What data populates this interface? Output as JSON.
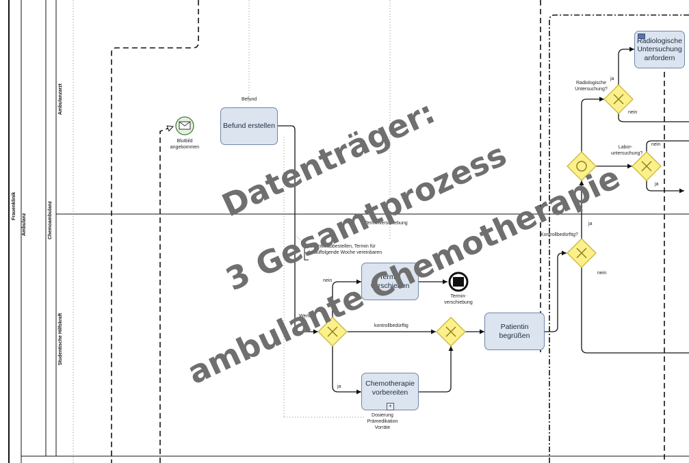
{
  "lanes": {
    "pool": "Frauenklinik",
    "sub": "Ambulanz",
    "l1": "Ambulanzarzt",
    "l2": "Chemoambulanz",
    "l3": "Studentische Hilfskraft"
  },
  "tasks": {
    "befund_erstellen": "Befund erstellen",
    "termin_verschieben": "Termin verschieben",
    "patientin_begruessen": "Patientin begrüßen",
    "chemo_vorbereiten": "Chemotherapie vorbereiten",
    "radiologische": "Radiologische Untersuchung anfordern"
  },
  "labels": {
    "befund": "Befund",
    "blutbild": "Blutbild angekommen",
    "terminverschiebung_data": "Terminverschiebung",
    "annotation": "Patientin abbestellen, Termin für darauffolgende Woche vereinbaren",
    "nein1": "nein",
    "wert": "Werte?",
    "kontrollbeduerftig": "kontrollbedürftig",
    "ja1": "ja",
    "end_termin": "Termin-verschiebung",
    "dosierung": "Dosierung Prämedikation Vorräte",
    "kontrollbeduerftig_q": "Kontrollbedürftig?",
    "ja2": "ja",
    "nein2": "nein",
    "ja3": "ja",
    "radiologische_q": "Radiologische Untersuchung?",
    "nein3": "nein",
    "labor_q": "Labor-untersuchung?",
    "nein4": "nein",
    "ja4": "ja"
  },
  "watermark": {
    "line1": "Datenträger:",
    "line2": "3 Gesamtprozess",
    "line3": "ambulante Chemotherapie"
  },
  "colors": {
    "task_fill": "#dbe4ef",
    "task_stroke": "#6f86a6",
    "gateway_fill": "#fbf08a",
    "gateway_stroke": "#c9b53a",
    "event_fill": "#e6f2e0",
    "watermark": "#6f6f6f"
  }
}
